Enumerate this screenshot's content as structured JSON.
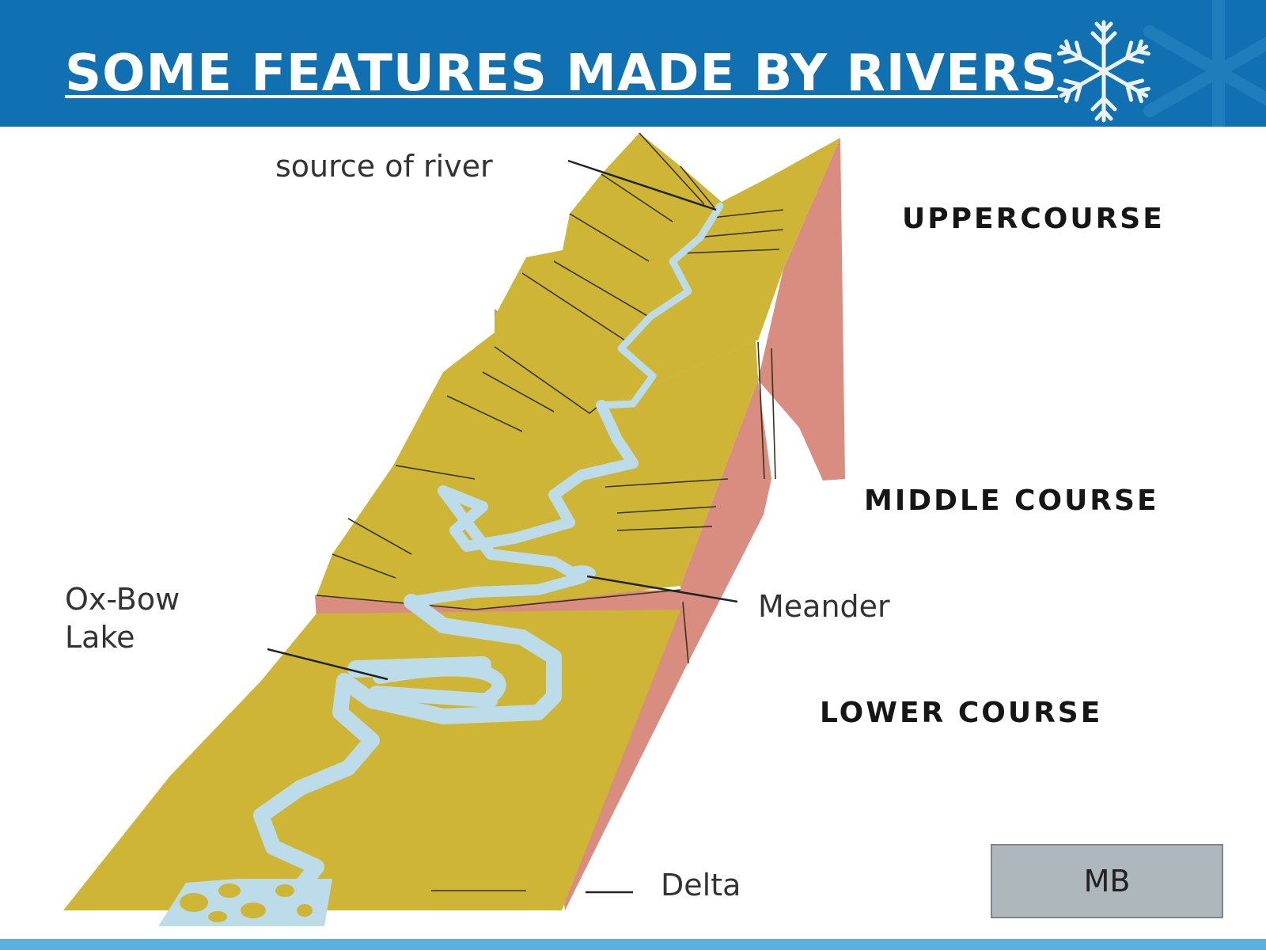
{
  "slide": {
    "title": "SOME FEATURES MADE BY RIVERS",
    "header_color": "#1070b2",
    "footer_color": "#5ab1de"
  },
  "diagram": {
    "labels": {
      "source": "source of river",
      "upper": "UPPERCOURSE",
      "middle": "MIDDLE COURSE",
      "lower": "LOWER COURSE",
      "oxbow_line1": "Ox-Bow",
      "oxbow_line2": "Lake",
      "meander": "Meander",
      "delta": "Delta"
    },
    "colors": {
      "land": "#cfb536",
      "cliff": "#d98d80",
      "water": "#bcdcea",
      "line": "#333333"
    }
  },
  "badge": {
    "label": "MB"
  },
  "icons": [
    "snowflake-icon"
  ]
}
